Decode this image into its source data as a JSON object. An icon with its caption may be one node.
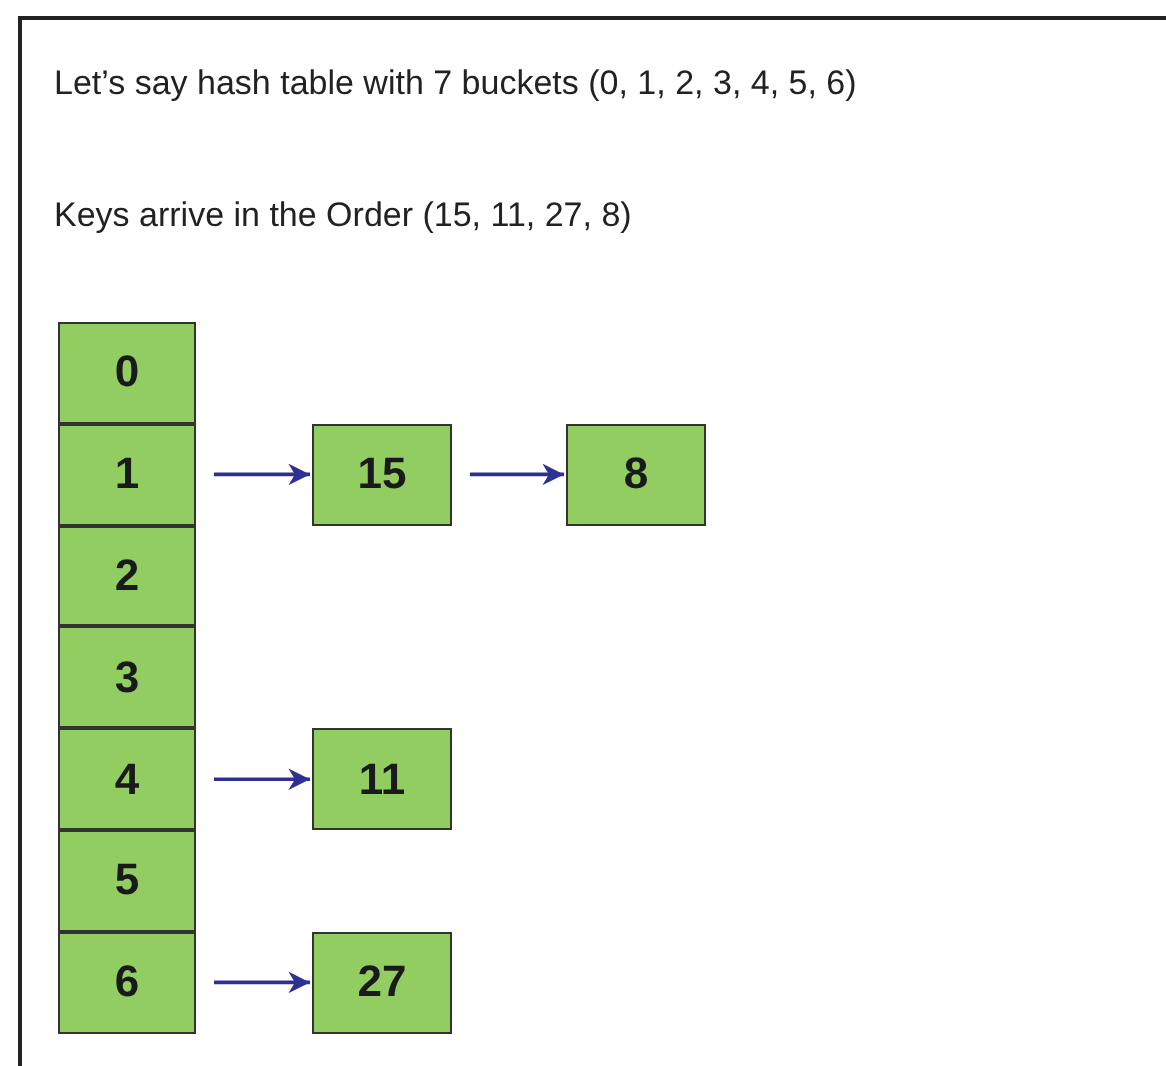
{
  "diagram": {
    "nodes": [
      {
        "text": [
          "0"
        ]
      },
      {
        "text": [
          "1"
        ]
      },
      {
        "text": [
          "2"
        ]
      },
      {
        "text": [
          "3"
        ]
      },
      {
        "text": [
          "4"
        ]
      },
      {
        "text": [
          "5"
        ]
      },
      {
        "text": [
          "6"
        ]
      },
      {
        "text": [
          "15"
        ]
      },
      {
        "text": [
          "8"
        ]
      },
      {
        "text": [
          "11"
        ]
      },
      {
        "text": [
          "27"
        ]
      }
    ],
    "edges": [
      {
        "from": 1,
        "to": 7,
        "arrow": "to"
      },
      {
        "from": 7,
        "to": 8,
        "arrow": "to"
      },
      {
        "from": 4,
        "to": 9,
        "arrow": "to"
      },
      {
        "from": 6,
        "to": 10,
        "arrow": "to"
      }
    ],
    "labels": [
      "Let’s say hash table with 7 buckets (0, 1, 2, 3, 4, 5, 6)",
      "Keys arrive in the Order (15, 11, 27, 8)"
    ]
  }
}
